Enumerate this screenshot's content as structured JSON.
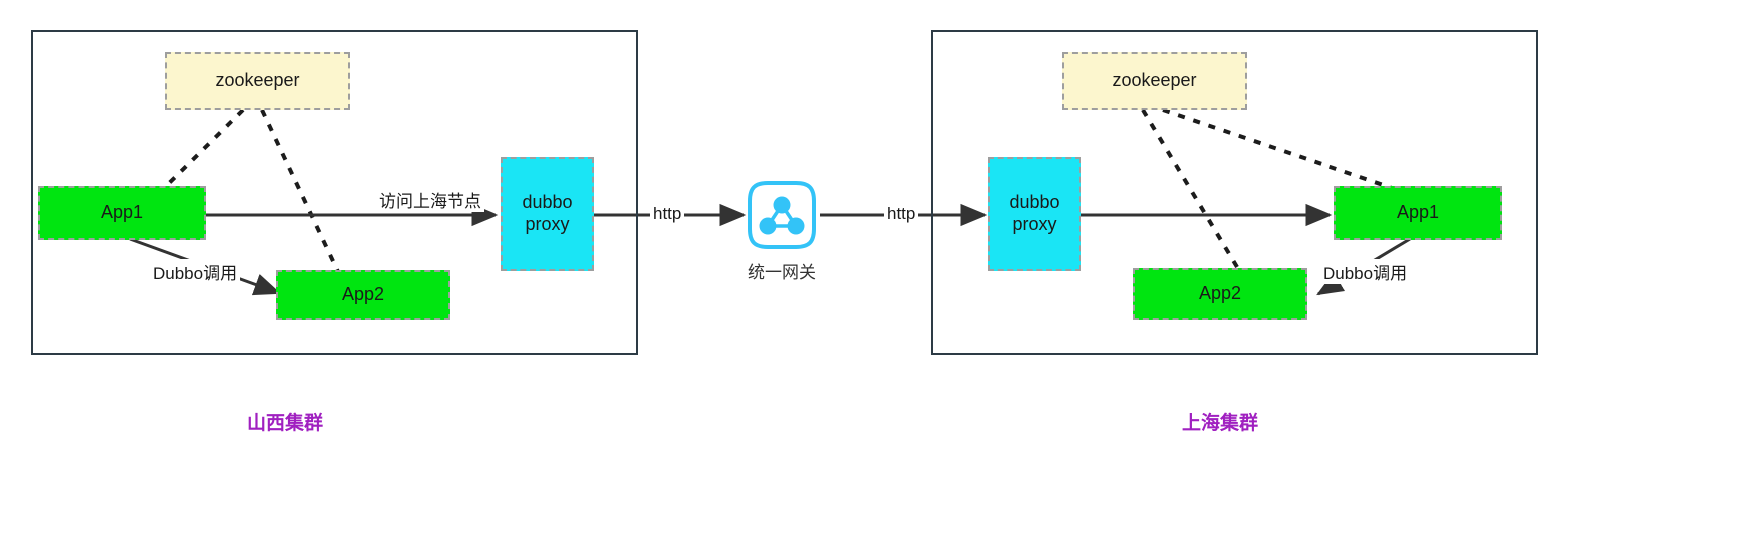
{
  "diagram": {
    "title": "Multi-cluster Dubbo architecture",
    "colors": {
      "app_green": "#00e510",
      "proxy_cyan": "#1ae5f5",
      "zookeeper_yellow": "#fcf6ce",
      "node_border": "#9e9e9e",
      "cluster_border": "#2d3b45",
      "caption_purple": "#a020c0",
      "gateway_blue": "#29b6f6",
      "edge_stroke": "#333333"
    }
  },
  "clusters": [
    {
      "id": "shanxi",
      "caption": "山西集群",
      "nodes": {
        "zookeeper": "zookeeper",
        "app1": "App1",
        "app2": "App2",
        "proxy": "dubbo\nproxy"
      },
      "edge_labels": {
        "dubbo_call": "Dubbo调用",
        "visit_shanghai": "访问上海节点"
      }
    },
    {
      "id": "shanghai",
      "caption": "上海集群",
      "nodes": {
        "zookeeper": "zookeeper",
        "app1": "App1",
        "app2": "App2",
        "proxy": "dubbo\nproxy"
      },
      "edge_labels": {
        "dubbo_call": "Dubbo调用"
      }
    }
  ],
  "gateway": {
    "caption": "统一网关",
    "icon": "network-nodes-icon"
  },
  "links": {
    "http_left": "http",
    "http_right": "http"
  }
}
